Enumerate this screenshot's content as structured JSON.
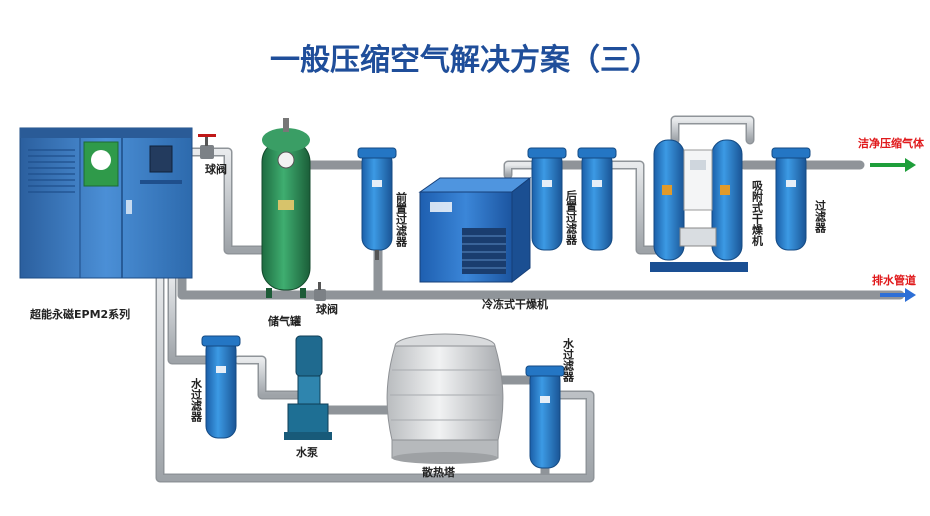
{
  "title": "一般压缩空气解决方案（三）",
  "labels": {
    "compressor": "超能永磁EPM2系列",
    "ball_valve_1": "球阀",
    "ball_valve_2": "球阀",
    "air_tank": "储气罐",
    "pre_filter": "前置过滤器",
    "refrigerated_dryer": "冷冻式干燥机",
    "post_filter": "后置过滤器",
    "adsorption_dryer": "吸附式干燥机",
    "final_filter": "过滤器",
    "clean_air_output": "洁净压缩气体",
    "drain_pipe": "排水管道",
    "water_filter_1": "水过滤器",
    "water_filter_2": "水过滤器",
    "water_pump": "水泵",
    "cooling_tower": "散热塔"
  },
  "colors": {
    "title": "#1f4e9a",
    "pipe": "#c4c8cc",
    "filter_blue": "#2e86d6",
    "tank_green": "#2f8f5b",
    "compressor_blue": "#3a78bf",
    "arrow_green": "#1e9e3a",
    "arrow_blue": "#2d6fd6",
    "output_red": "#e0191b"
  }
}
